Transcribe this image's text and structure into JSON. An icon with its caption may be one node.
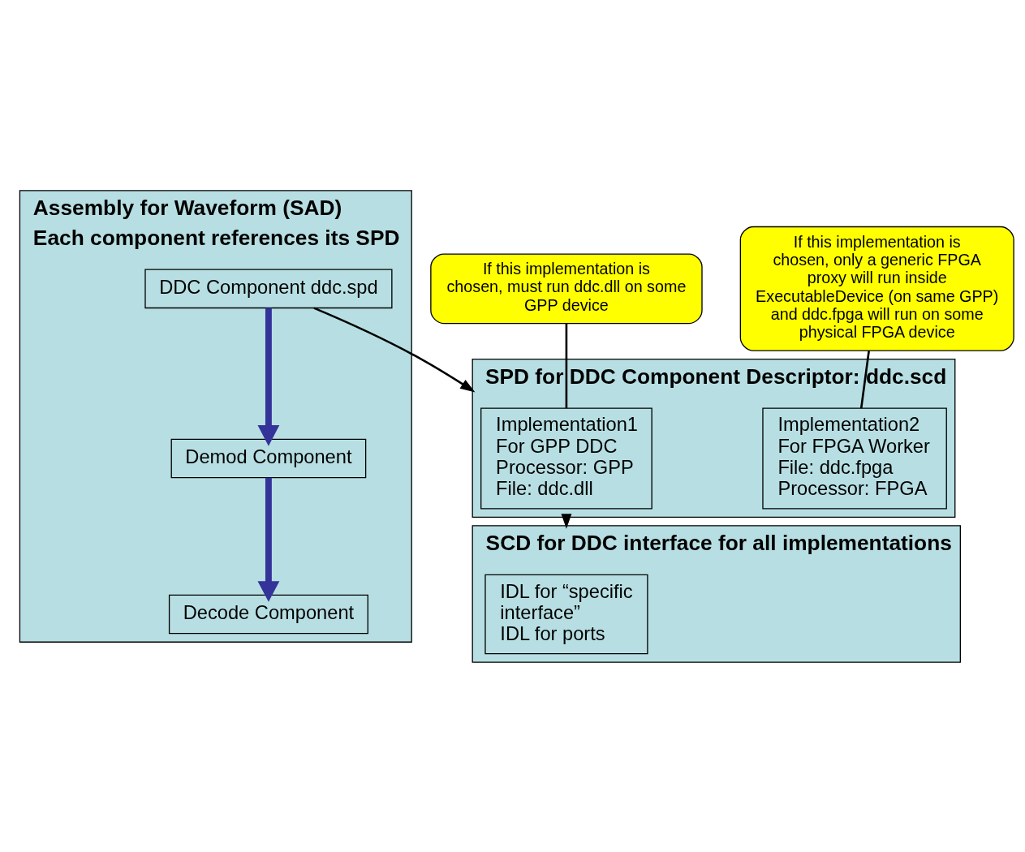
{
  "diagram": {
    "nodes": [
      {
        "text": [
          "Assembly for Waveform (SAD)",
          "Each component references its SPD"
        ]
      },
      {
        "text": [
          "DDC Component ddc.spd"
        ],
        "in": 0
      },
      {
        "text": [
          "Demod Component"
        ],
        "in": 0
      },
      {
        "text": [
          "Decode Component"
        ],
        "in": 0
      },
      {
        "text": [
          "SPD for DDC Component Descriptor: ddc.scd"
        ]
      },
      {
        "text": [
          "Implementation1",
          "For GPP DDC",
          "Processor: GPP",
          "File: ddc.dll"
        ],
        "in": 4
      },
      {
        "text": [
          "Implementation2",
          "For FPGA Worker",
          "File: ddc.fpga",
          "Processor: FPGA"
        ],
        "in": 4
      },
      {
        "text": [
          "If this implementation is chosen, must run ddc.dll on some GPP device"
        ]
      },
      {
        "text": [
          "If this implementation is chosen, only a generic FPGA proxy will run inside ExecutableDevice (on same GPP) and ddc.fpga will run on some physical FPGA device"
        ]
      },
      {
        "text": [
          "SCD for DDC interface for all implementations"
        ]
      },
      {
        "text": [
          "IDL for “specific interface”",
          "IDL for ports"
        ],
        "in": 9
      }
    ],
    "edges": [
      {
        "from": 1,
        "to": 2,
        "arrow": "to",
        "style": "thick",
        "color": "#333399"
      },
      {
        "from": 2,
        "to": 3,
        "arrow": "to",
        "style": "thick",
        "color": "#333399"
      },
      {
        "from": 1,
        "to": 4,
        "arrow": "to"
      },
      {
        "from": 4,
        "to": 9,
        "arrow": "to"
      },
      {
        "from": 7,
        "to": 5,
        "arrow": "none"
      },
      {
        "from": 8,
        "to": 6,
        "arrow": "none"
      }
    ]
  }
}
